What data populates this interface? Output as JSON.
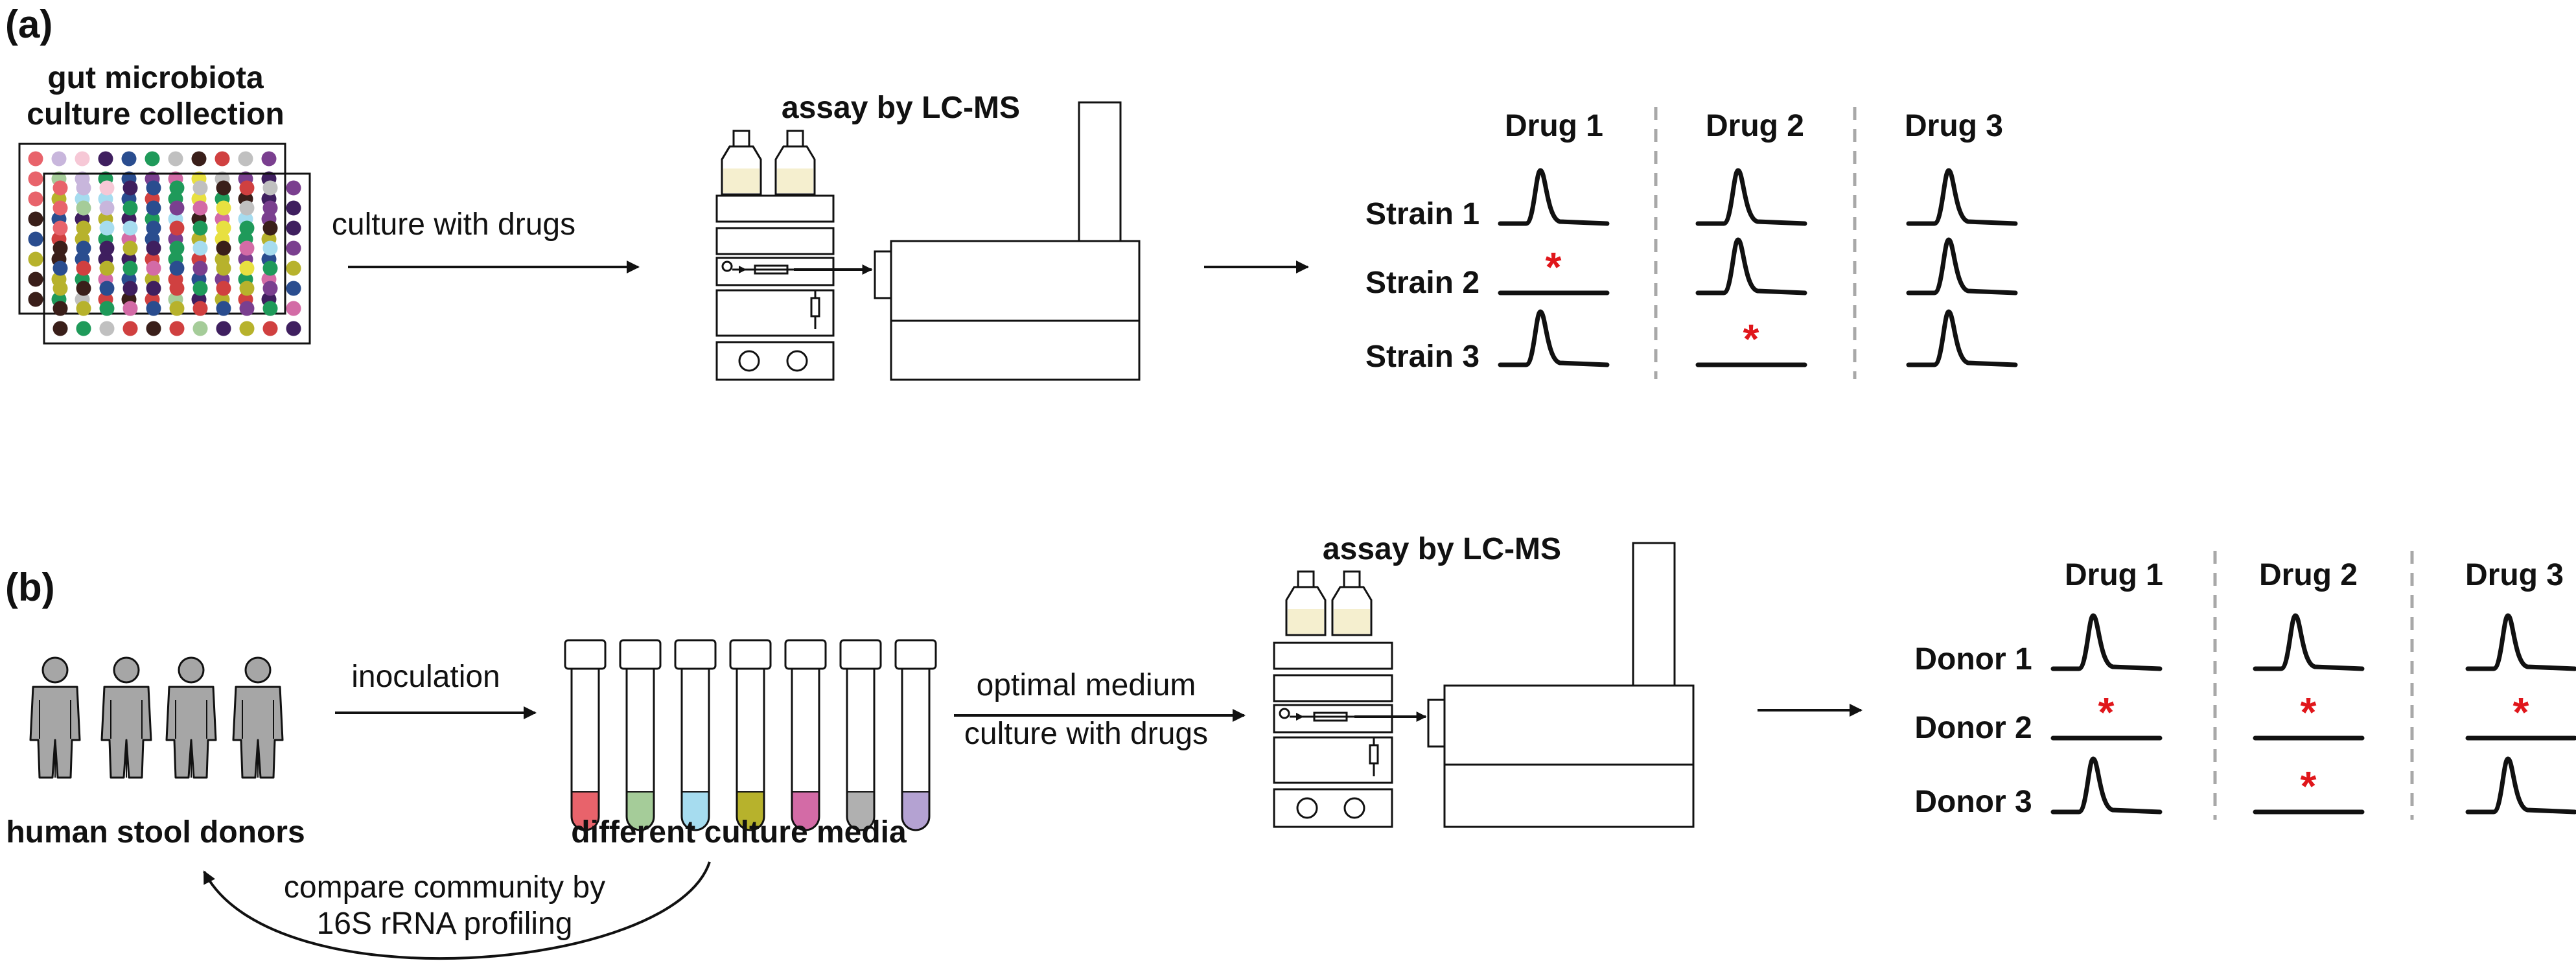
{
  "panel_a": {
    "label": "(a)",
    "collection_line1": "gut microbiota",
    "collection_line2": "culture collection",
    "culture_label": "culture with drugs",
    "assay_label": "assay by LC-MS",
    "drugs": [
      "Drug 1",
      "Drug 2",
      "Drug 3"
    ],
    "rows": [
      "Strain 1",
      "Strain 2",
      "Strain 3"
    ],
    "peaks": [
      [
        true,
        true,
        true
      ],
      [
        false,
        true,
        true
      ],
      [
        true,
        false,
        true
      ]
    ],
    "star": "*"
  },
  "panel_b": {
    "label": "(b)",
    "inoculation_label": "inoculation",
    "donors_label": "human stool donors",
    "media_label": "different culture media",
    "compare_line1": "compare community by",
    "compare_line2": "16S rRNA profiling",
    "medium_line1": "optimal medium",
    "medium_line2": "culture with drugs",
    "assay_label": "assay by LC-MS",
    "drugs": [
      "Drug 1",
      "Drug 2",
      "Drug 3"
    ],
    "rows": [
      "Donor 1",
      "Donor 2",
      "Donor 3"
    ],
    "peaks": [
      [
        true,
        true,
        true
      ],
      [
        false,
        false,
        false
      ],
      [
        true,
        false,
        true
      ]
    ],
    "star": "*"
  },
  "colors": {
    "star": "#e0161b",
    "person": "#a6a6a6",
    "divider": "#a8a8a8",
    "tube_liquids": [
      "#e8636b",
      "#a5cc99",
      "#a6dcef",
      "#b7b22c",
      "#d36ba6",
      "#b0b0b0",
      "#b4a2d2"
    ],
    "plate_rows": [
      [
        "#e8636b",
        "#c8b6dc",
        "#f6c8d6",
        "#3f1f5f",
        "#2a4d8f",
        "#1f9a5a",
        "#c0c0c0",
        "#3a1f1a",
        "#d04040",
        "#c0c0c0",
        "#7a3f8f"
      ],
      [
        "#e8636b",
        "#a5cc99",
        "#c8b6dc",
        "#1f9a5a",
        "#2a4d8f",
        "#7a3f8f",
        "#d36ba6",
        "#e8e040",
        "#c0c0c0",
        "#7a3f8f",
        "#3f1f5f"
      ],
      [
        "#e8636b",
        "#b7b22c",
        "#a6dcef",
        "#a6dcef",
        "#2a4d8f",
        "#d04040",
        "#1f9a5a",
        "#e8e040",
        "#1f9a5a",
        "#3a1f1a",
        "#3f1f5f"
      ],
      [
        "#3a1f1a",
        "#2a4d8f",
        "#3f1f5f",
        "#b7b22c",
        "#3f1f5f",
        "#1f9a5a",
        "#a6dcef",
        "#3a1f1a",
        "#d36ba6",
        "#a6dcef",
        "#7a3f8f"
      ],
      [
        "#2a4d8f",
        "#d04040",
        "#b7b22c",
        "#1f9a5a",
        "#d36ba6",
        "#2a4d8f",
        "#7a3f8f",
        "#b7b22c",
        "#e8e040",
        "#1f9a5a",
        "#b7b22c"
      ],
      [
        "#b7b22c",
        "#3a1f1a",
        "#2a4d8f",
        "#3f1f5f",
        "#3f1f5f",
        "#d04040",
        "#1f9a5a",
        "#d04040",
        "#b7b22c",
        "#7a3f8f",
        "#2a4d8f"
      ],
      [
        "#3a1f1a",
        "#b7b22c",
        "#1f9a5a",
        "#d36ba6",
        "#2a4d8f",
        "#b7b22c",
        "#d04040",
        "#2a4d8f",
        "#7a3f8f",
        "#1f9a5a",
        "#d36ba6"
      ],
      [
        "#3a1f1a",
        "#1f9a5a",
        "#c0c0c0",
        "#d04040",
        "#3a1f1a",
        "#d04040",
        "#a5cc99",
        "#3f1f5f",
        "#b7b22c",
        "#d04040",
        "#3f1f5f"
      ]
    ]
  }
}
